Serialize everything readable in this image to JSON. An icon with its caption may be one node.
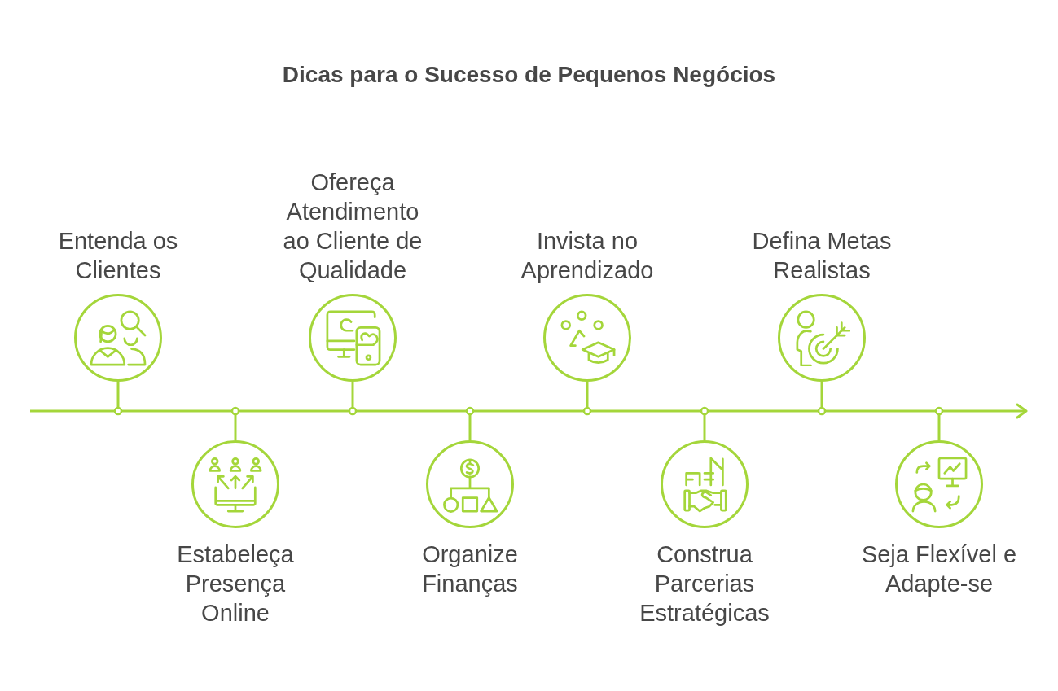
{
  "diagram": {
    "title": "Dicas para o Sucesso de Pequenos Negócios",
    "nodes": [
      {
        "text": [
          "Entenda os Clientes"
        ]
      },
      {
        "text": [
          "Estabeleça Presença Online"
        ]
      },
      {
        "text": [
          "Ofereça Atendimento ao Cliente de Qualidade"
        ]
      },
      {
        "text": [
          "Organize Finanças"
        ]
      },
      {
        "text": [
          "Invista no Aprendizado"
        ]
      },
      {
        "text": [
          "Construa Parcerias Estratégicas"
        ]
      },
      {
        "text": [
          "Defina Metas Realistas"
        ]
      },
      {
        "text": [
          "Seja Flexível e Adapte-se"
        ]
      }
    ],
    "edges": [
      {
        "from": 0,
        "to": null,
        "arrow": "other"
      },
      {
        "from": 1,
        "to": null,
        "arrow": "other"
      },
      {
        "from": 2,
        "to": null,
        "arrow": "other"
      },
      {
        "from": 3,
        "to": null,
        "arrow": "other"
      },
      {
        "from": 4,
        "to": null,
        "arrow": "other"
      },
      {
        "from": 5,
        "to": null,
        "arrow": "other"
      },
      {
        "from": 6,
        "to": null,
        "arrow": "other"
      },
      {
        "from": 7,
        "to": null,
        "arrow": "other"
      }
    ]
  }
}
